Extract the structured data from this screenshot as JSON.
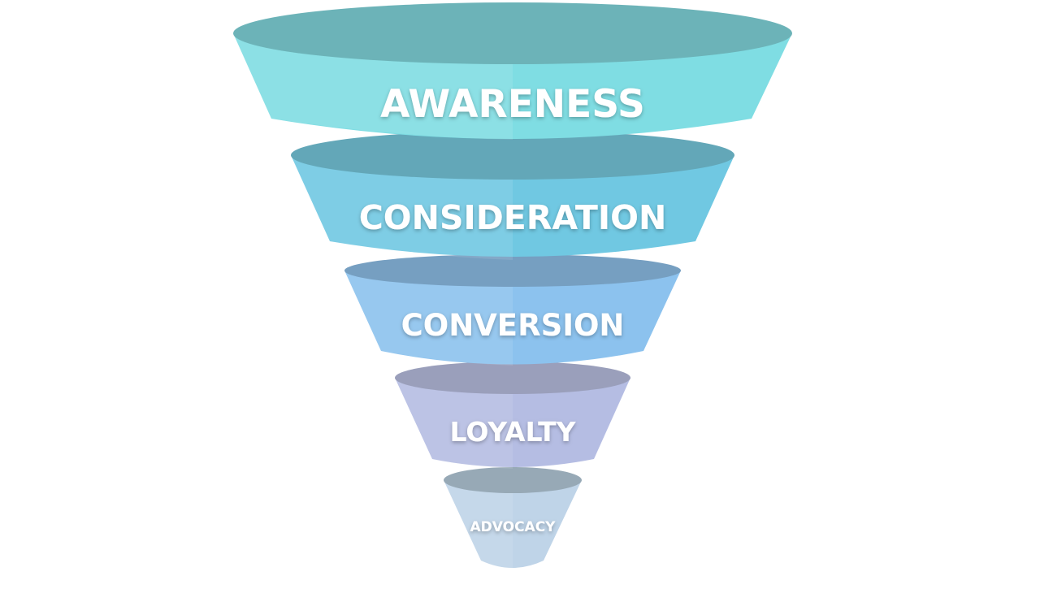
{
  "funnel": {
    "stages": [
      {
        "label": "AWARENESS",
        "side_color": "#7fdde3",
        "top_color": "#6cb3b8"
      },
      {
        "label": "CONSIDERATION",
        "side_color": "#70c8e2",
        "top_color": "#63a7b8"
      },
      {
        "label": "CONVERSION",
        "side_color": "#8cc2ee",
        "top_color": "#769fc1"
      },
      {
        "label": "LOYALTY",
        "side_color": "#b5bde3",
        "top_color": "#9a9fbb"
      },
      {
        "label": "ADVOCACY",
        "side_color": "#bfd4e8",
        "top_color": "#97a9b6"
      }
    ]
  }
}
